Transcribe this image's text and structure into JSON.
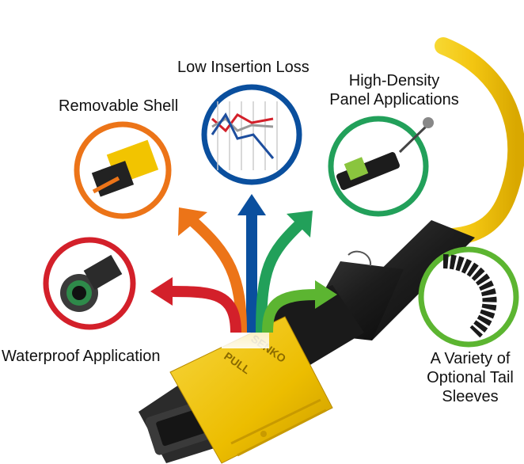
{
  "features": {
    "low_insertion_loss": "Low Insertion Loss",
    "removable_shell": "Removable Shell",
    "high_density_line1": "High-Density",
    "high_density_line2": "Panel Applications",
    "waterproof": "Waterproof Application",
    "tail_sleeves_line1": "A Variety of",
    "tail_sleeves_line2": "Optional Tail",
    "tail_sleeves_line3": "Sleeves"
  },
  "connector_marking": {
    "line1": "PULL",
    "line2": "SENKO"
  },
  "colors": {
    "blue": "#0a4f9e",
    "orange": "#ec7418",
    "green": "#22a05a",
    "red": "#d3202a",
    "lime": "#5cb531",
    "cable_yellow": "#f6cf1c",
    "boot_black": "#1e1e1e",
    "housing_yellow": "#f2c400"
  },
  "icons": [
    "low-loss-graph-icon",
    "removable-shell-icon",
    "high-density-connector-icon",
    "waterproof-connector-icon",
    "tail-sleeve-icon"
  ]
}
